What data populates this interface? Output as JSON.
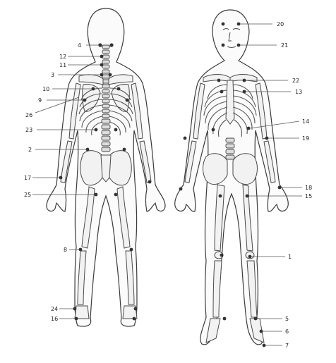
{
  "labels": {
    "back": [
      "4",
      "12",
      "11",
      "3",
      "10",
      "9",
      "26",
      "23",
      "2",
      "17",
      "25",
      "8",
      "24",
      "16"
    ],
    "front": [
      "20",
      "21",
      "22",
      "13",
      "14",
      "19",
      "18",
      "15",
      "1",
      "5",
      "6",
      "7"
    ]
  }
}
